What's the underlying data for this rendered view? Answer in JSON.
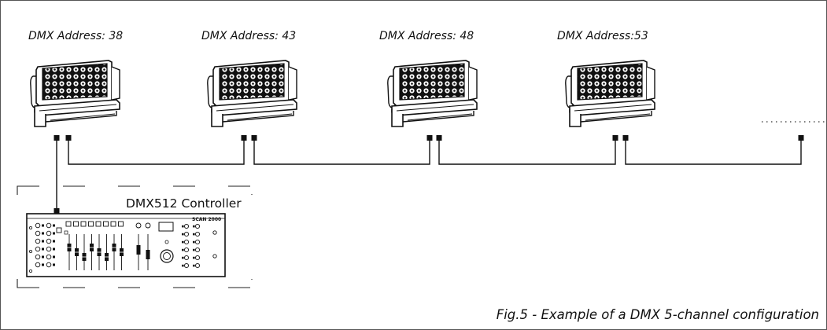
{
  "fixtures": [
    {
      "address_label": "DMX Address: 38"
    },
    {
      "address_label": "DMX Address: 43"
    },
    {
      "address_label": "DMX Address: 48"
    },
    {
      "address_label": "DMX Address:53"
    }
  ],
  "controller": {
    "label": "DMX512 Controller",
    "brand": "SCAN 2000"
  },
  "caption": "Fig.5 - Example of a DMX 5-channel configuration"
}
